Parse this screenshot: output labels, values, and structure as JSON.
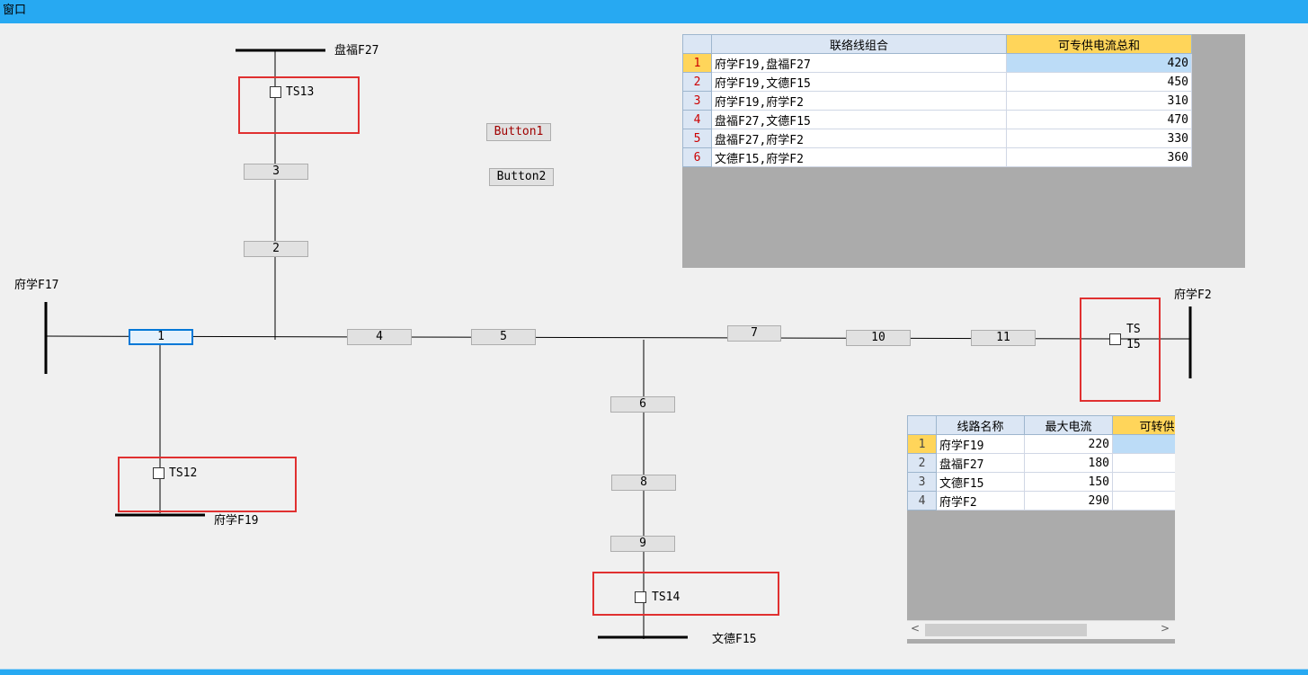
{
  "window": {
    "title": "窗口"
  },
  "buttons": {
    "button1": "Button1",
    "button2": "Button2"
  },
  "switches": {
    "s1": "1",
    "s2": "2",
    "s3": "3",
    "s4": "4",
    "s5": "5",
    "s6": "6",
    "s7": "7",
    "s8": "8",
    "s9": "9",
    "s10": "10",
    "s11": "11"
  },
  "buses": {
    "panfu_f27": "盘福F27",
    "fuxue_f17": "府学F17",
    "fuxue_f2": "府学F2",
    "fuxue_f19": "府学F19",
    "wende_f15": "文德F15"
  },
  "tie_switches": {
    "ts13": "TS13",
    "ts12": "TS12",
    "ts14": "TS14",
    "ts15_a": "TS",
    "ts15_b": "15"
  },
  "combo_table": {
    "headers": [
      "联络线组合",
      "可专供电流总和"
    ],
    "rows": [
      {
        "idx": "1",
        "name": "府学F19,盘福F27",
        "value": "420"
      },
      {
        "idx": "2",
        "name": "府学F19,文德F15",
        "value": "450"
      },
      {
        "idx": "3",
        "name": "府学F19,府学F2",
        "value": "310"
      },
      {
        "idx": "4",
        "name": "盘福F27,文德F15",
        "value": "470"
      },
      {
        "idx": "5",
        "name": "盘福F27,府学F2",
        "value": "330"
      },
      {
        "idx": "6",
        "name": "文德F15,府学F2",
        "value": "360"
      }
    ]
  },
  "line_table": {
    "headers": [
      "线路名称",
      "最大电流",
      "可转供电"
    ],
    "rows": [
      {
        "idx": "1",
        "name": "府学F19",
        "max": "220",
        "transfer": ""
      },
      {
        "idx": "2",
        "name": "盘福F27",
        "max": "180",
        "transfer": ""
      },
      {
        "idx": "3",
        "name": "文德F15",
        "max": "150",
        "transfer": ""
      },
      {
        "idx": "4",
        "name": "府学F2",
        "max": "290",
        "transfer": ""
      }
    ]
  },
  "scrollbar": {
    "left_arrow": "<",
    "right_arrow": ">"
  },
  "colors": {
    "titlebar": "#27a9f2",
    "highlight_box": "#e03030",
    "selected_switch": "#0078d7"
  }
}
